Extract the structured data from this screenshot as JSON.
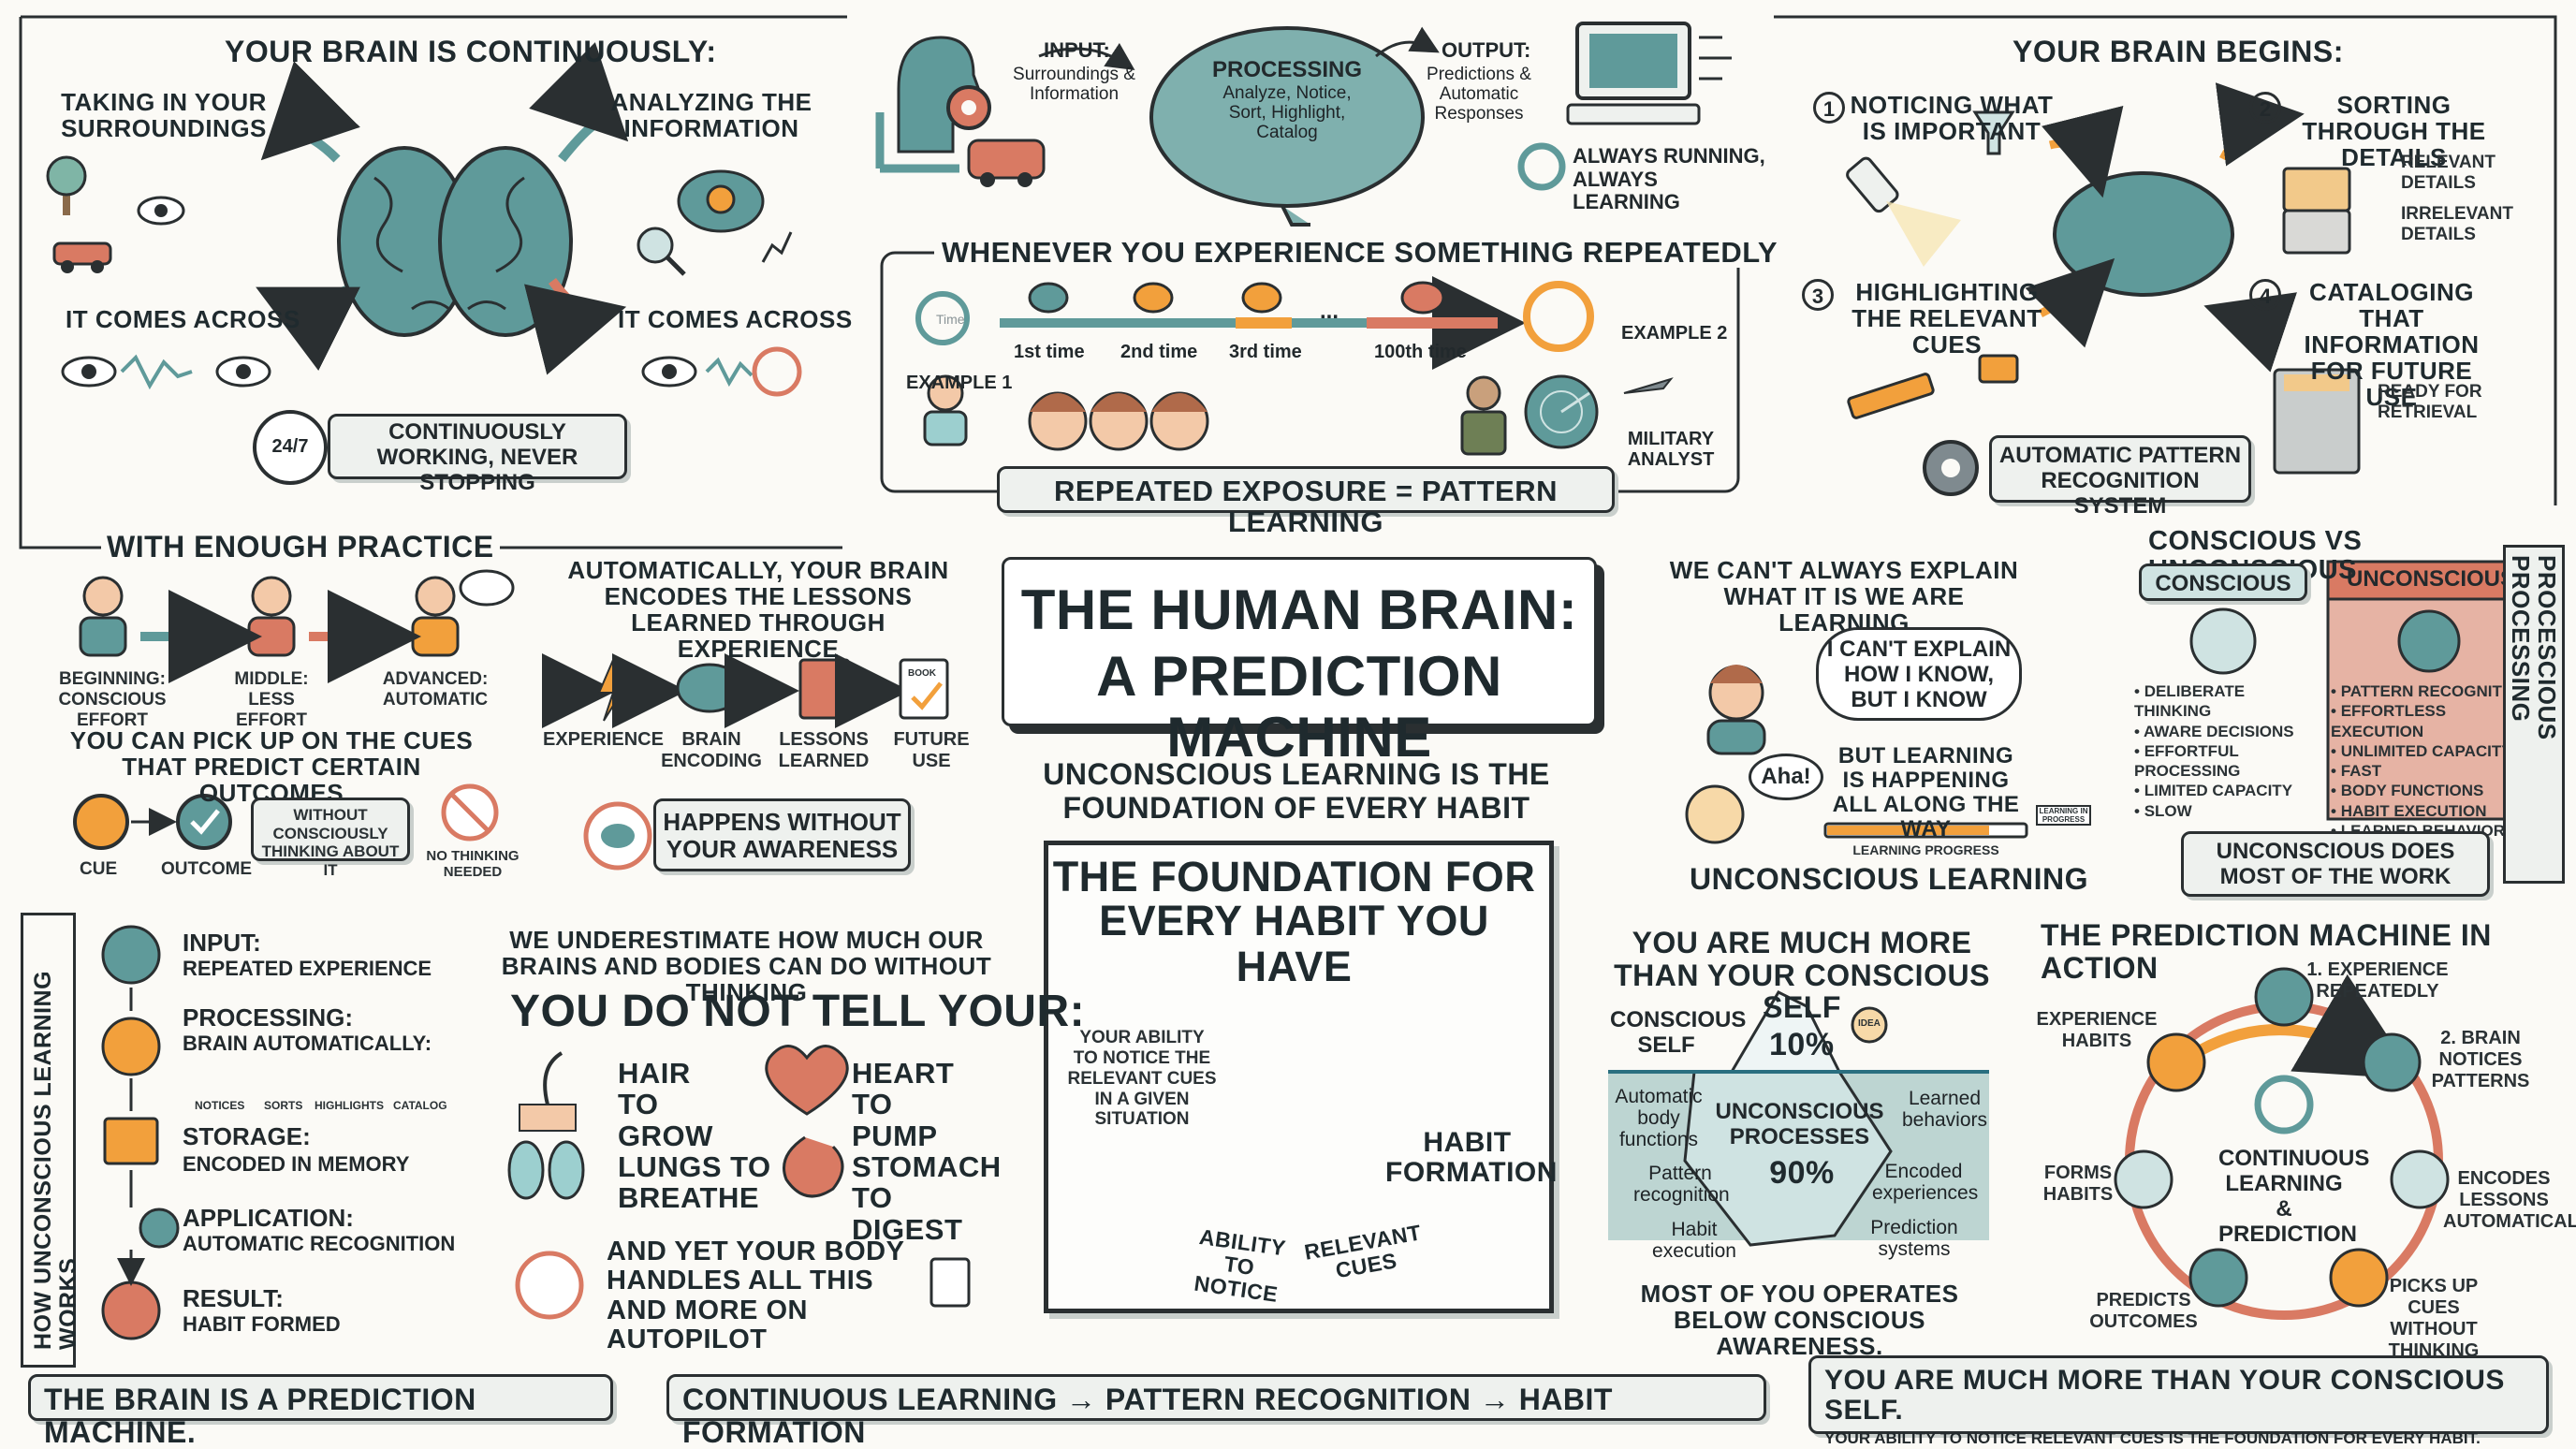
{
  "colors": {
    "teal": "#5f9a9a",
    "teal_light": "#a9cdcc",
    "orange": "#f2a03c",
    "salmon": "#d97a63",
    "ink": "#2a2f31",
    "paper": "#fbfaf6"
  },
  "center": {
    "title_line1": "THE HUMAN BRAIN:",
    "title_line2": "A PREDICTION MACHINE",
    "subtitle_line1": "UNCONSCIOUS LEARNING IS THE",
    "subtitle_line2": "FOUNDATION OF EVERY HABIT",
    "foundation_line1": "THE FOUNDATION FOR",
    "foundation_line2": "EVERY HABIT YOU HAVE",
    "ability_text": "YOUR ABILITY TO NOTICE THE RELEVANT CUES IN A GIVEN SITUATION",
    "habit_formation": "HABIT FORMATION",
    "block_left": "ABILITY TO NOTICE",
    "block_right": "RELEVANT CUES"
  },
  "continuous": {
    "title": "YOUR BRAIN IS CONTINUOUSLY:",
    "taking": "TAKING IN YOUR SURROUNDINGS",
    "analyzing": "ANALYZING THE INFORMATION",
    "comes_left": "IT COMES ACROSS",
    "comes_right": "IT COMES ACROSS",
    "badge": "24/7",
    "working": "CONTINUOUSLY WORKING, NEVER STOPPING"
  },
  "processing": {
    "input_label": "INPUT:",
    "input_text": "Surroundings & Information",
    "processing_label": "PROCESSING",
    "processing_text": "Analyze, Notice, Sort, Highlight, Catalog",
    "output_label": "OUTPUT:",
    "output_text": "Predictions & Automatic Responses",
    "always": "ALWAYS RUNNING, ALWAYS LEARNING"
  },
  "repeated": {
    "title": "WHENEVER YOU EXPERIENCE SOMETHING REPEATEDLY",
    "time_icon": "Time",
    "times": [
      "1st time",
      "2nd time",
      "3rd time",
      "100th time"
    ],
    "dots": "...",
    "example1": "EXAMPLE 1",
    "example2": "EXAMPLE 2",
    "analyst": "MILITARY ANALYST",
    "banner": "REPEATED EXPOSURE = PATTERN LEARNING"
  },
  "begins": {
    "title": "YOUR BRAIN BEGINS:",
    "steps": [
      {
        "num": "1",
        "text": "NOTICING WHAT IS IMPORTANT"
      },
      {
        "num": "2",
        "text": "SORTING THROUGH THE DETAILS"
      },
      {
        "num": "3",
        "text": "HIGHLIGHTING THE RELEVANT CUES"
      },
      {
        "num": "4",
        "text": "CATALOGING THAT INFORMATION FOR FUTURE USE"
      }
    ],
    "relevant": "RELEVANT DETAILS",
    "irrelevant": "IRRELEVANT DETAILS",
    "ready": "READY FOR RETRIEVAL",
    "system": "AUTOMATIC PATTERN RECOGNITION SYSTEM"
  },
  "practice": {
    "title": "WITH ENOUGH PRACTICE",
    "stages": [
      "BEGINNING: CONSCIOUS EFFORT",
      "MIDDLE: LESS EFFORT",
      "ADVANCED: AUTOMATIC"
    ],
    "cues_text": "YOU CAN PICK UP ON THE CUES THAT PREDICT CERTAIN OUTCOMES",
    "cue": "CUE",
    "outcome": "OUTCOME",
    "without": "WITHOUT CONSCIOUSLY THINKING ABOUT IT",
    "no_thinking": "NO THINKING NEEDED"
  },
  "encodes": {
    "title": "AUTOMATICALLY, YOUR BRAIN ENCODES THE LESSONS LEARNED THROUGH EXPERIENCE",
    "steps": [
      "EXPERIENCE",
      "BRAIN ENCODING",
      "LESSONS LEARNED",
      "FUTURE USE"
    ],
    "book": "BOOK",
    "happens": "HAPPENS WITHOUT YOUR AWARENESS"
  },
  "explain": {
    "title": "WE CAN'T ALWAYS EXPLAIN WHAT IT IS WE ARE LEARNING",
    "bubble": "I CAN'T EXPLAIN HOW I KNOW, BUT I KNOW",
    "aha": "Aha!",
    "learning": "BUT LEARNING IS HAPPENING ALL ALONG THE WAY",
    "progress_label": "LEARNING PROGRESS",
    "progress": 0.82,
    "sign": "LEARNING IN PROGRESS",
    "footer": "UNCONSCIOUS LEARNING"
  },
  "vs": {
    "title": "CONSCIOUS VS UNCONSCIOUS",
    "conscious": "CONSCIOUS",
    "unconscious": "UNCONSCIOUS",
    "conscious_items": [
      "DELIBERATE THINKING",
      "AWARE DECISIONS",
      "EFFORTFUL PROCESSING",
      "LIMITED CAPACITY",
      "SLOW"
    ],
    "unconscious_items": [
      "PATTERN RECOGNITION",
      "EFFORTLESS EXECUTION",
      "UNLIMITED CAPACITY",
      "FAST",
      "BODY FUNCTIONS",
      "HABIT EXECUTION",
      "LEARNED BEHAVIORS"
    ],
    "does_most": "UNCONSCIOUS DOES MOST OF THE WORK",
    "vertical": "PROCESCIOUS PROCESSING"
  },
  "how": {
    "vertical": "HOW UNCONSCIOUS LEARNING WORKS",
    "items": [
      {
        "label": "INPUT:",
        "text": "REPEATED EXPERIENCE"
      },
      {
        "label": "PROCESSING:",
        "text": "BRAIN AUTOMATICALLY:"
      },
      {
        "label": "STORAGE:",
        "text": "ENCODED IN MEMORY"
      },
      {
        "label": "APPLICATION:",
        "text": "AUTOMATIC RECOGNITION"
      },
      {
        "label": "RESULT:",
        "text": "HABIT FORMED"
      }
    ],
    "sub": [
      "NOTICES",
      "SORTS",
      "HIGHLIGHTS",
      "CATALOG"
    ]
  },
  "body": {
    "title": "WE UNDERESTIMATE HOW MUCH OUR BRAINS AND BODIES CAN DO WITHOUT THINKING",
    "tell": "YOU DO NOT TELL YOUR:",
    "items": [
      "HAIR TO GROW",
      "HEART TO PUMP",
      "LUNGS TO BREATHE",
      "STOMACH TO DIGEST"
    ],
    "autopilot": "AND YET YOUR BODY HANDLES ALL THIS AND MORE ON AUTOPILOT"
  },
  "iceberg": {
    "title": "YOU ARE MUCH MORE THAN YOUR CONSCIOUS SELF",
    "conscious": "CONSCIOUS SELF",
    "pct_top": "10%",
    "idea": "IDEA",
    "unconscious": "UNCONSCIOUS PROCESSES",
    "pct_bottom": "90%",
    "left": [
      "Automatic body functions",
      "Pattern recognition",
      "Habit execution"
    ],
    "right": [
      "Learned behaviors",
      "Encoded experiences",
      "Prediction systems"
    ],
    "footer": "MOST OF YOU OPERATES BELOW CONSCIOUS AWARENESS."
  },
  "cycle": {
    "title": "THE PREDICTION MACHINE IN ACTION",
    "center": "CONTINUOUS LEARNING & PREDICTION",
    "steps": [
      "1. EXPERIENCE REPEATEDLY",
      "2. BRAIN NOTICES PATTERNS",
      "ENCODES LESSONS AUTOMATICALLY",
      "PICKS UP CUES WITHOUT THINKING",
      "PREDICTS OUTCOMES",
      "FORMS HABITS",
      "EXPERIENCE HABITS"
    ]
  },
  "footer": {
    "left": "THE BRAIN IS A PREDICTION MACHINE.",
    "middle": "CONTINUOUS LEARNING → PATTERN RECOGNITION → HABIT FORMATION",
    "right_big": "YOU ARE MUCH MORE THAN YOUR CONSCIOUS SELF.",
    "right_small": "YOUR ABILITY TO NOTICE RELEVANT CUES IS THE FOUNDATION FOR EVERY HABIT."
  }
}
